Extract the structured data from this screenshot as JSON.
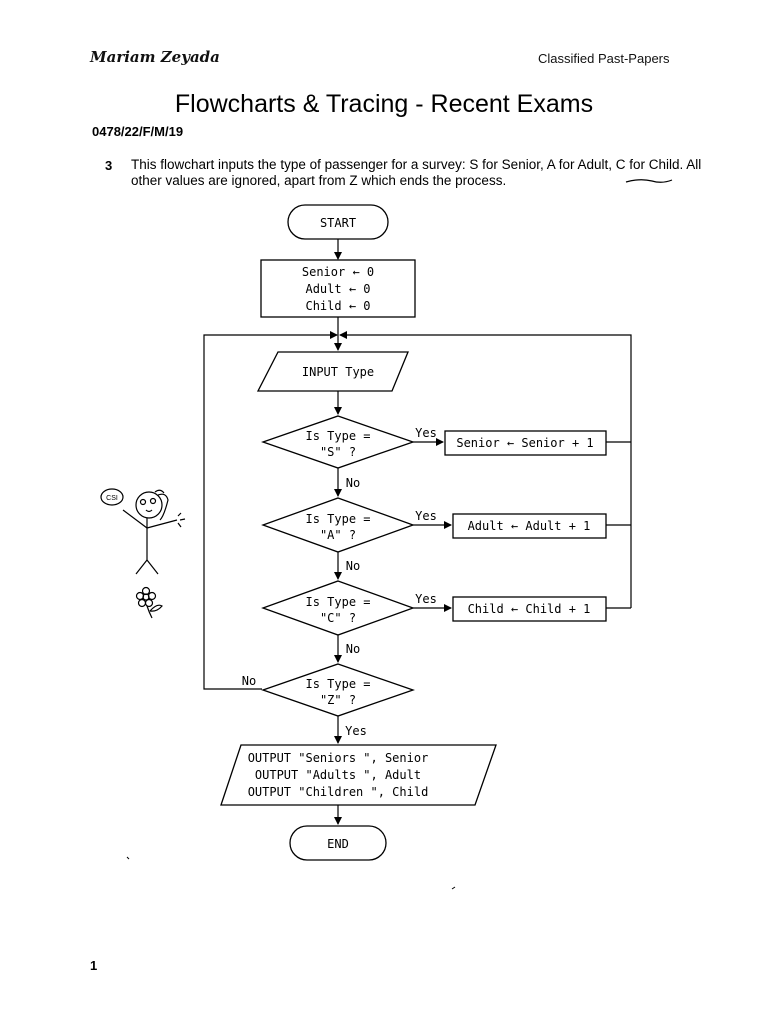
{
  "header": {
    "author": "Mariam Zeyada",
    "series": "Classified Past-Papers"
  },
  "title": "Flowcharts & Tracing - Recent Exams",
  "paper_code": "0478/22/F/M/19",
  "question": {
    "number": "3",
    "text": "This flowchart inputs the type of passenger for a survey: S for Senior, A for Adult, C for Child. All other values are ignored, apart from Z which ends the process."
  },
  "flowchart": {
    "start": "START",
    "init": [
      "Senior ← 0",
      "Adult ← 0",
      "Child ← 0"
    ],
    "input": "INPUT Type",
    "decisions": [
      {
        "line1": "Is Type =",
        "line2": "\"S\" ?",
        "yes": "Yes",
        "no": "No",
        "action": "Senior ← Senior + 1"
      },
      {
        "line1": "Is Type =",
        "line2": "\"A\" ?",
        "yes": "Yes",
        "no": "No",
        "action": "Adult ← Adult + 1"
      },
      {
        "line1": "Is Type =",
        "line2": "\"C\" ?",
        "yes": "Yes",
        "no": "No",
        "action": "Child ← Child + 1"
      },
      {
        "line1": "Is Type =",
        "line2": "\"Z\" ?",
        "yes": "Yes",
        "no": "No"
      }
    ],
    "output": [
      "OUTPUT \"Seniors \", Senior",
      "OUTPUT \"Adults \", Adult",
      "OUTPUT \"Children \", Child"
    ],
    "end": "END"
  },
  "doodles": {
    "speech_bubble": "CSI"
  },
  "page_number": "1"
}
